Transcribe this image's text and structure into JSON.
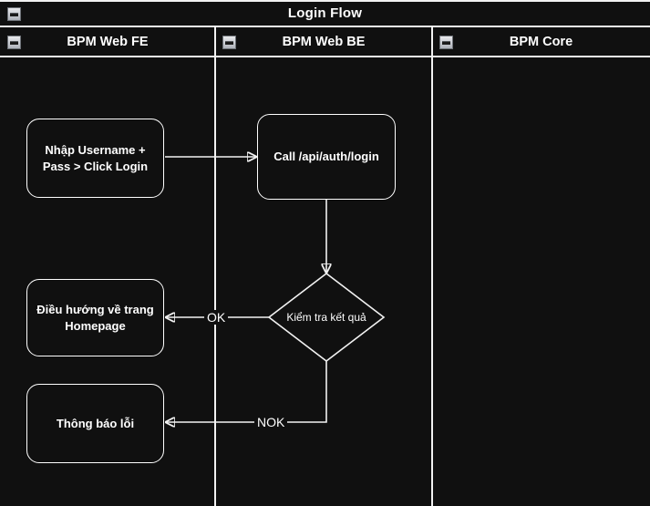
{
  "diagram": {
    "title": "Login Flow",
    "collapse_icon": "minus-collapse-icon",
    "background_color": "#101010",
    "stroke_color": "#f2f2f2",
    "text_color": "#ffffff"
  },
  "lanes": [
    {
      "id": "fe",
      "label": "BPM Web FE",
      "collapse_icon": "minus-collapse-icon"
    },
    {
      "id": "be",
      "label": "BPM Web BE",
      "collapse_icon": "minus-collapse-icon"
    },
    {
      "id": "core",
      "label": "BPM Core",
      "collapse_icon": "minus-collapse-icon"
    }
  ],
  "nodes": [
    {
      "id": "input_login",
      "lane": "fe",
      "shape": "rounded-rect",
      "label": "Nhập Username +\nPass > Click Login"
    },
    {
      "id": "call_api",
      "lane": "be",
      "shape": "rounded-rect",
      "label": "Call /api/auth/login"
    },
    {
      "id": "check_result",
      "lane": "be",
      "shape": "diamond",
      "label": "Kiểm tra kết quả"
    },
    {
      "id": "go_homepage",
      "lane": "fe",
      "shape": "rounded-rect",
      "label": "Điều hướng về trang\nHomepage"
    },
    {
      "id": "show_error",
      "lane": "fe",
      "shape": "rounded-rect",
      "label": "Thông báo lỗi"
    }
  ],
  "edges": [
    {
      "id": "e1",
      "from": "input_login",
      "to": "call_api",
      "label": ""
    },
    {
      "id": "e2",
      "from": "call_api",
      "to": "check_result",
      "label": ""
    },
    {
      "id": "e3",
      "from": "check_result",
      "to": "go_homepage",
      "label": "OK"
    },
    {
      "id": "e4",
      "from": "check_result",
      "to": "show_error",
      "label": "NOK"
    }
  ]
}
